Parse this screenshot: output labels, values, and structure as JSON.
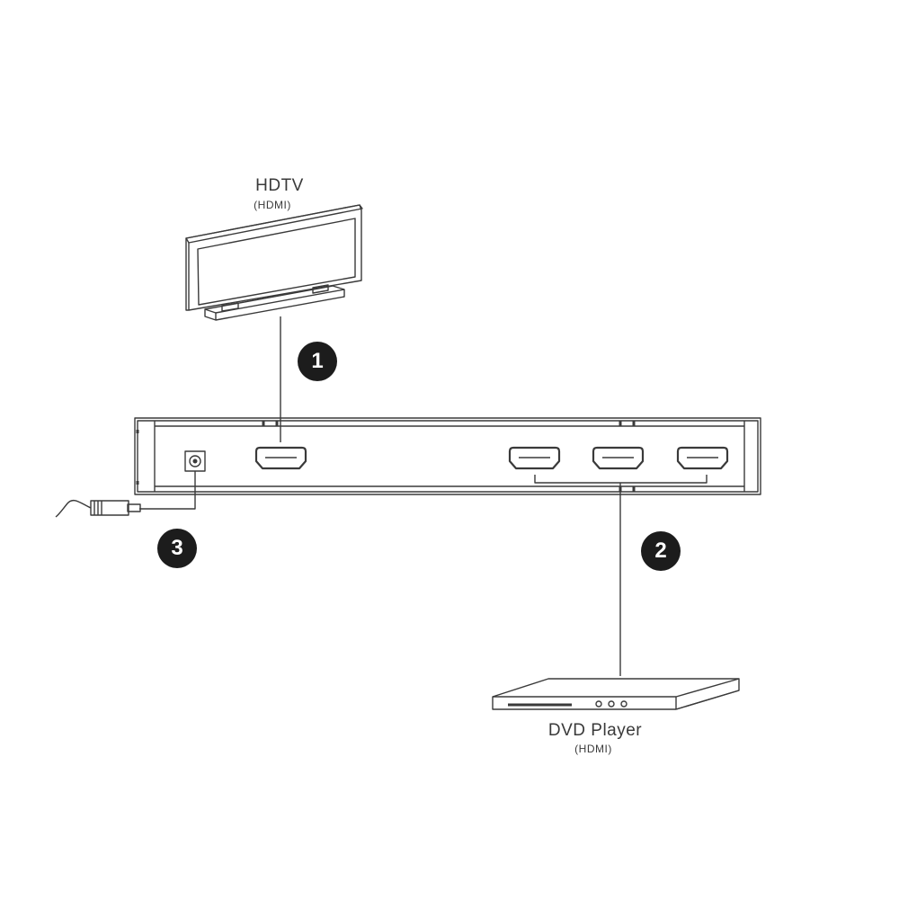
{
  "diagram": {
    "hdtv": {
      "label": "HDTV",
      "sublabel": "(HDMI)"
    },
    "dvd_player": {
      "label": "DVD Player",
      "sublabel": "(HDMI)"
    },
    "steps": [
      {
        "number": "1",
        "meaning": "Connect HDTV to HDMI output"
      },
      {
        "number": "2",
        "meaning": "Connect DVD Player to HDMI inputs"
      },
      {
        "number": "3",
        "meaning": "Connect power adapter"
      }
    ],
    "colors": {
      "line": "#3a3a3a",
      "badge": "#1c1c1c",
      "background": "#ffffff"
    }
  }
}
